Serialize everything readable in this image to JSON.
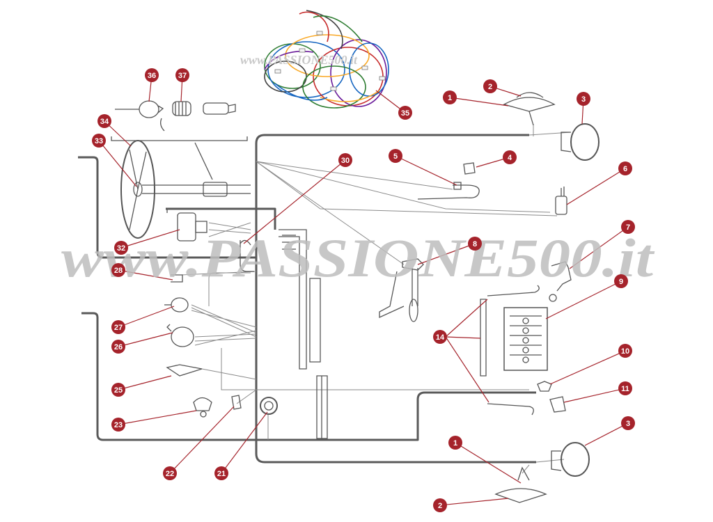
{
  "watermark": {
    "main_text": "www.PASSIONE500.it",
    "small_text": "www.PASSIONE500.it",
    "color": "#bdbdbd"
  },
  "colors": {
    "callout_fill": "#a5232b",
    "callout_text": "#ffffff",
    "leader": "#a5232b",
    "harness": "#5a5a5a",
    "wire": "#8a8a8a"
  },
  "callouts": [
    {
      "id": "c1-top",
      "label": "1",
      "part": "front-side-light"
    },
    {
      "id": "c2-top",
      "label": "2",
      "part": "side-light-base"
    },
    {
      "id": "c3-top",
      "label": "3",
      "part": "headlamp"
    },
    {
      "id": "c4",
      "label": "4",
      "part": "small-lamp"
    },
    {
      "id": "c5",
      "label": "5",
      "part": "connector"
    },
    {
      "id": "c6",
      "label": "6",
      "part": "horn"
    },
    {
      "id": "c7",
      "label": "7",
      "part": "bracket"
    },
    {
      "id": "c8",
      "label": "8",
      "part": "wiper-assembly"
    },
    {
      "id": "c9",
      "label": "9",
      "part": "fuse-box"
    },
    {
      "id": "c10",
      "label": "10",
      "part": "clip"
    },
    {
      "id": "c11",
      "label": "11",
      "part": "clip"
    },
    {
      "id": "c14",
      "label": "14",
      "part": "cables"
    },
    {
      "id": "c21",
      "label": "21",
      "part": "round-socket"
    },
    {
      "id": "c22",
      "label": "22",
      "part": "small-switch"
    },
    {
      "id": "c23",
      "label": "23",
      "part": "courtesy-lamp"
    },
    {
      "id": "c25",
      "label": "25",
      "part": "switch"
    },
    {
      "id": "c26",
      "label": "26",
      "part": "ignition-switch"
    },
    {
      "id": "c27",
      "label": "27",
      "part": "switch"
    },
    {
      "id": "c28",
      "label": "28",
      "part": "switch"
    },
    {
      "id": "c30",
      "label": "30",
      "part": "wiring"
    },
    {
      "id": "c32",
      "label": "32",
      "part": "steering-column-switch"
    },
    {
      "id": "c33",
      "label": "33",
      "part": "horn-button"
    },
    {
      "id": "c34",
      "label": "34",
      "part": "steering-wheel"
    },
    {
      "id": "c35",
      "label": "35",
      "part": "complete-harness"
    },
    {
      "id": "c36",
      "label": "36",
      "part": "knob"
    },
    {
      "id": "c37",
      "label": "37",
      "part": "spring"
    },
    {
      "id": "c1-bottom",
      "label": "1",
      "part": "front-side-light"
    },
    {
      "id": "c2-bottom",
      "label": "2",
      "part": "side-light-base"
    },
    {
      "id": "c3-bottom",
      "label": "3",
      "part": "headlamp"
    }
  ]
}
